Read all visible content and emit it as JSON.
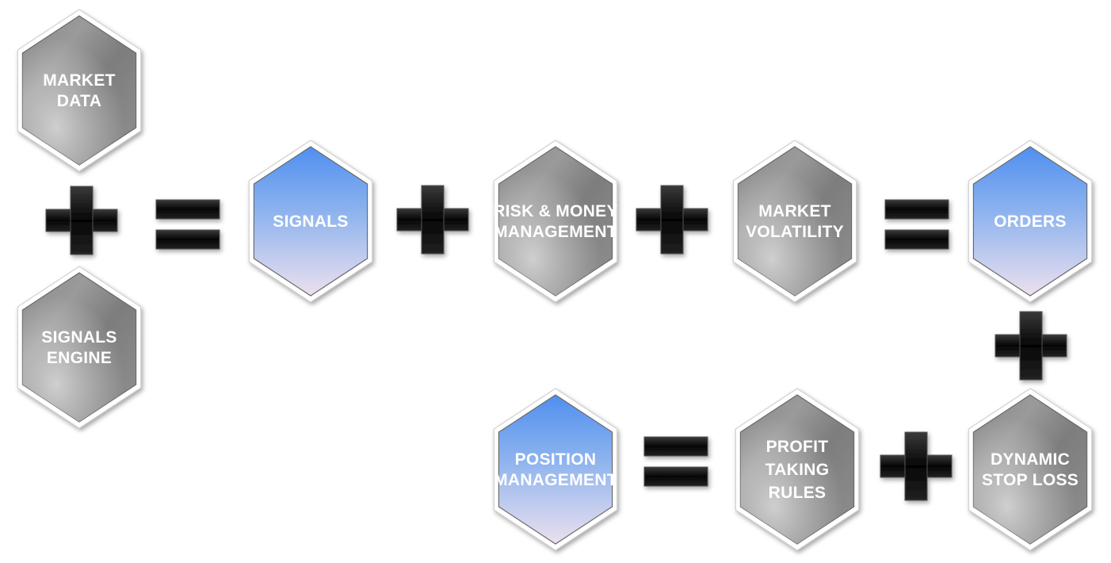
{
  "nodes": {
    "market_data": {
      "lines": [
        "MARKET",
        "DATA"
      ],
      "style": "gray"
    },
    "signals_engine": {
      "lines": [
        "SIGNALS",
        "ENGINE"
      ],
      "style": "gray"
    },
    "signals": {
      "lines": [
        "SIGNALS"
      ],
      "style": "blue"
    },
    "risk_money": {
      "lines": [
        "RISK & MONEY",
        "MANAGEMENT"
      ],
      "style": "gray"
    },
    "market_volatility": {
      "lines": [
        "MARKET",
        "VOLATILITY"
      ],
      "style": "gray"
    },
    "orders": {
      "lines": [
        "ORDERS"
      ],
      "style": "blue"
    },
    "dynamic_stop_loss": {
      "lines": [
        "DYNAMIC",
        "STOP LOSS"
      ],
      "style": "gray"
    },
    "profit_taking": {
      "lines": [
        "PROFIT",
        "TAKING",
        "RULES"
      ],
      "style": "gray"
    },
    "position_management": {
      "lines": [
        "POSITION",
        "MANAGEMENT"
      ],
      "style": "blue"
    }
  },
  "operators": [
    {
      "id": "plus-1",
      "type": "plus"
    },
    {
      "id": "equals-1",
      "type": "equals"
    },
    {
      "id": "plus-2",
      "type": "plus"
    },
    {
      "id": "plus-3",
      "type": "plus"
    },
    {
      "id": "equals-2",
      "type": "equals"
    },
    {
      "id": "plus-4",
      "type": "plus"
    },
    {
      "id": "plus-5",
      "type": "plus"
    },
    {
      "id": "equals-3",
      "type": "equals"
    }
  ],
  "colors": {
    "gray_light": "#cfcfcf",
    "gray_dark": "#808080",
    "blue_top": "#5a9af0",
    "blue_bottom": "#e8dcef",
    "border": "#ffffff",
    "operator": "#0a0a0a",
    "text": "#ffffff"
  }
}
